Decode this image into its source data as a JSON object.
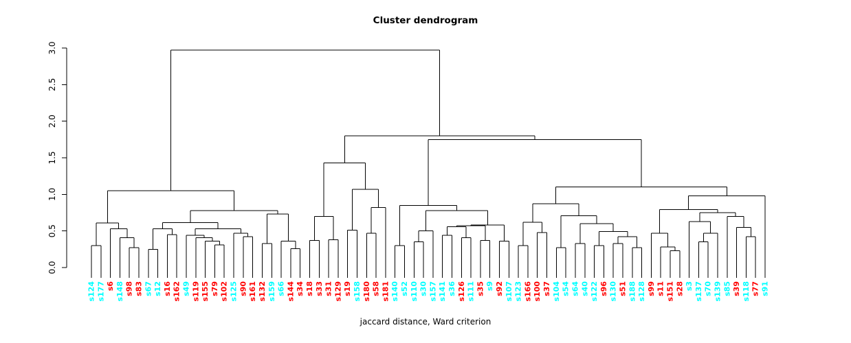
{
  "chart_data": {
    "type": "dendrogram",
    "title": "Cluster dendrogram",
    "xlabel": "jaccard distance, Ward criterion",
    "ylabel": "",
    "ylim": [
      0.0,
      3.0
    ],
    "yticks": [
      "0.0",
      "0.5",
      "1.0",
      "1.5",
      "2.0",
      "2.5",
      "3.0"
    ],
    "grid": false,
    "legend": "none",
    "palette": {
      "cyan": "#00FFFF",
      "red": "#FF0000",
      "line": "#000000"
    },
    "leaves": [
      {
        "label": "s124",
        "color": "cyan"
      },
      {
        "label": "s177",
        "color": "cyan"
      },
      {
        "label": "s6",
        "color": "red"
      },
      {
        "label": "s148",
        "color": "cyan"
      },
      {
        "label": "s98",
        "color": "red"
      },
      {
        "label": "s83",
        "color": "red"
      },
      {
        "label": "s67",
        "color": "cyan"
      },
      {
        "label": "s12",
        "color": "cyan"
      },
      {
        "label": "s16",
        "color": "red"
      },
      {
        "label": "s162",
        "color": "red"
      },
      {
        "label": "s49",
        "color": "cyan"
      },
      {
        "label": "s119",
        "color": "red"
      },
      {
        "label": "s155",
        "color": "red"
      },
      {
        "label": "s79",
        "color": "red"
      },
      {
        "label": "s102",
        "color": "red"
      },
      {
        "label": "s125",
        "color": "cyan"
      },
      {
        "label": "s90",
        "color": "red"
      },
      {
        "label": "s161",
        "color": "red"
      },
      {
        "label": "s132",
        "color": "red"
      },
      {
        "label": "s159",
        "color": "cyan"
      },
      {
        "label": "s66",
        "color": "cyan"
      },
      {
        "label": "s144",
        "color": "red"
      },
      {
        "label": "s34",
        "color": "red"
      },
      {
        "label": "s18",
        "color": "red"
      },
      {
        "label": "s33",
        "color": "red"
      },
      {
        "label": "s31",
        "color": "red"
      },
      {
        "label": "s129",
        "color": "red"
      },
      {
        "label": "s19",
        "color": "red"
      },
      {
        "label": "s158",
        "color": "cyan"
      },
      {
        "label": "s180",
        "color": "red"
      },
      {
        "label": "s58",
        "color": "red"
      },
      {
        "label": "s181",
        "color": "red"
      },
      {
        "label": "s140",
        "color": "cyan"
      },
      {
        "label": "s52",
        "color": "cyan"
      },
      {
        "label": "s110",
        "color": "cyan"
      },
      {
        "label": "s30",
        "color": "cyan"
      },
      {
        "label": "s157",
        "color": "cyan"
      },
      {
        "label": "s141",
        "color": "cyan"
      },
      {
        "label": "s36",
        "color": "cyan"
      },
      {
        "label": "s126",
        "color": "red"
      },
      {
        "label": "s111",
        "color": "cyan"
      },
      {
        "label": "s35",
        "color": "red"
      },
      {
        "label": "s9",
        "color": "cyan"
      },
      {
        "label": "s92",
        "color": "red"
      },
      {
        "label": "s107",
        "color": "cyan"
      },
      {
        "label": "s123",
        "color": "cyan"
      },
      {
        "label": "s166",
        "color": "red"
      },
      {
        "label": "s100",
        "color": "red"
      },
      {
        "label": "s37",
        "color": "red"
      },
      {
        "label": "s104",
        "color": "cyan"
      },
      {
        "label": "s54",
        "color": "cyan"
      },
      {
        "label": "s64",
        "color": "cyan"
      },
      {
        "label": "s40",
        "color": "cyan"
      },
      {
        "label": "s122",
        "color": "cyan"
      },
      {
        "label": "s96",
        "color": "red"
      },
      {
        "label": "s130",
        "color": "cyan"
      },
      {
        "label": "s51",
        "color": "red"
      },
      {
        "label": "s188",
        "color": "cyan"
      },
      {
        "label": "s128",
        "color": "cyan"
      },
      {
        "label": "s99",
        "color": "red"
      },
      {
        "label": "s11",
        "color": "red"
      },
      {
        "label": "s151",
        "color": "red"
      },
      {
        "label": "s28",
        "color": "red"
      },
      {
        "label": "s3",
        "color": "cyan"
      },
      {
        "label": "s137",
        "color": "cyan"
      },
      {
        "label": "s70",
        "color": "cyan"
      },
      {
        "label": "s139",
        "color": "cyan"
      },
      {
        "label": "s85",
        "color": "cyan"
      },
      {
        "label": "s39",
        "color": "red"
      },
      {
        "label": "s118",
        "color": "cyan"
      },
      {
        "label": "s77",
        "color": "red"
      },
      {
        "label": "s91",
        "color": "cyan"
      }
    ],
    "tree": [
      2.97,
      [
        1.05,
        [
          0.61,
          [
            0.3,
            0,
            1
          ],
          [
            0.53,
            2,
            [
              0.41,
              3,
              [
                0.27,
                4,
                5
              ]
            ]
          ]
        ],
        [
          0.78,
          [
            0.615,
            [
              0.53,
              [
                0.25,
                6,
                7
              ],
              [
                0.45,
                8,
                9
              ]
            ],
            [
              0.53,
              [
                0.44,
                10,
                [
                  0.41,
                  11,
                  [
                    0.36,
                    12,
                    [
                      0.31,
                      13,
                      14
                    ]
                  ]
                ]
              ],
              [
                0.47,
                15,
                [
                  0.42,
                  16,
                  17
                ]
              ]
            ]
          ],
          [
            0.73,
            [
              0.33,
              18,
              19
            ],
            [
              0.36,
              20,
              [
                0.26,
                21,
                22
              ]
            ]
          ]
        ]
      ],
      [
        1.8,
        [
          1.43,
          [
            0.7,
            [
              0.37,
              23,
              24
            ],
            [
              0.38,
              25,
              26
            ]
          ],
          [
            1.07,
            [
              0.51,
              27,
              28
            ],
            [
              0.82,
              [
                0.47,
                29,
                30
              ],
              31
            ]
          ]
        ],
        [
          1.75,
          [
            0.85,
            [
              0.3,
              32,
              33
            ],
            [
              0.78,
              [
                0.5,
                [
                  0.35,
                  34,
                  35
                ],
                36
              ],
              [
                0.58,
                [
                  0.57,
                  [
                    0.56,
                    [
                      0.44,
                      37,
                      38
                    ],
                    [
                      0.41,
                      39,
                      40
                    ]
                  ],
                  [
                    0.37,
                    41,
                    42
                  ]
                ],
                [
                  0.36,
                  43,
                  44
                ]
              ]
            ]
          ],
          [
            1.1,
            [
              0.87,
              [
                0.62,
                [
                  0.3,
                  45,
                  46
                ],
                [
                  0.48,
                  47,
                  48
                ]
              ],
              [
                0.71,
                [
                  0.27,
                  49,
                  50
                ],
                [
                  0.6,
                  [
                    0.33,
                    51,
                    52
                  ],
                  [
                    0.49,
                    [
                      0.3,
                      53,
                      54
                    ],
                    [
                      0.42,
                      [
                        0.33,
                        55,
                        56
                      ],
                      [
                        0.27,
                        57,
                        58
                      ]
                    ]
                  ]
                ]
              ]
            ],
            [
              0.98,
              [
                0.79,
                [
                  0.47,
                  59,
                  [
                    0.28,
                    60,
                    [
                      0.23,
                      61,
                      62
                    ]
                  ]
                ],
                [
                  0.75,
                  [
                    0.63,
                    63,
                    [
                      0.47,
                      [
                        0.35,
                        64,
                        65
                      ],
                      66
                    ]
                  ],
                  [
                    0.7,
                    67,
                    [
                      0.55,
                      68,
                      [
                        0.42,
                        69,
                        70
                      ]
                    ]
                  ]
                ]
              ],
              71
            ]
          ]
        ]
      ]
    ]
  }
}
